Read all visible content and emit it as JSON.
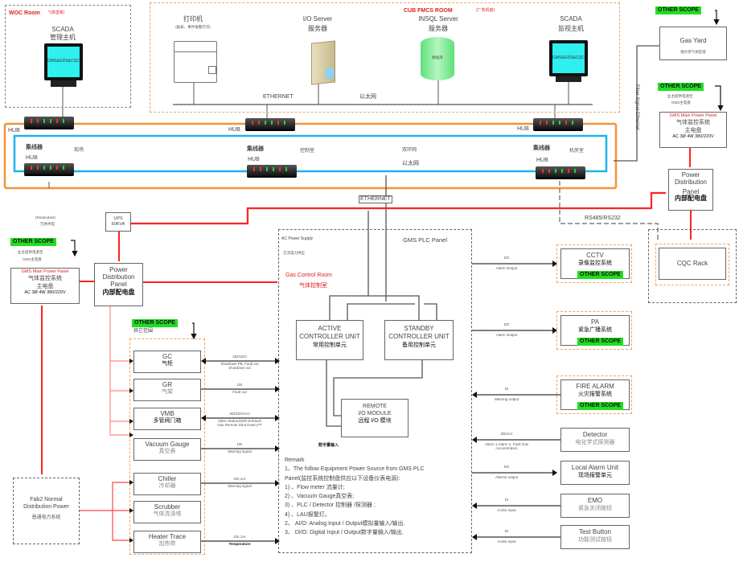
{
  "rooms": {
    "woc": {
      "title": "WOC Room",
      "subtitle": "*(渗透率)"
    },
    "cub": {
      "title": "CUB FMCS ROOM",
      "subtitle": "(厂务机房)"
    }
  },
  "devices": {
    "scada_left": {
      "name": "SCADA",
      "sub": "管理主机",
      "screen": "GMS&GDS&CQC"
    },
    "printer": {
      "name": "打印机",
      "sub": "(报表、事件报警打印)"
    },
    "io_server": {
      "name": "I/O Server",
      "sub": "服务器"
    },
    "insql_server": {
      "name": "INSQL Server",
      "sub": "服务器",
      "db_label": "数据库"
    },
    "scada_right": {
      "name": "SCADA",
      "sub": "监视主机",
      "screen": "GMS&GDS&CQC"
    }
  },
  "network": {
    "ethernet_top": "ETHERNET",
    "ethernet_cn_top": "以太网",
    "ethernet_mid": "ETHERNET",
    "ring_label": "双环网",
    "ring_cn": "以太网",
    "fiber_label": "Fiber Signal-Ethernet",
    "rs485": "RS485/RS232",
    "hubs": [
      {
        "label": "HUB"
      },
      {
        "label": "HUB"
      },
      {
        "label": "HUB"
      },
      {
        "label": "HUB",
        "cn": "集线器",
        "area": "现场"
      },
      {
        "label": "HUB",
        "cn": "集线器",
        "area": "控制室"
      },
      {
        "label": "HUB",
        "cn": "集线器",
        "area": "机房室"
      }
    ]
  },
  "other_scope": "OTHER SCOPE",
  "right_top": {
    "gas_yard": {
      "name": "Gas Yard",
      "sub": "储大宗气体区域"
    },
    "gms_panel_note": [
      "业主提供电源至",
      "GMS主电盘"
    ],
    "gms_panel": {
      "title": "GMS Main Power Panel",
      "line1": "气体监控系统",
      "line2": "主电盘",
      "spec": "AC 3Ø 4W 380/220V"
    },
    "pdp": {
      "line1": "Power",
      "line2": "Distribution",
      "line3": "Panel",
      "cn": "内部配电盘"
    },
    "cqc_rack": "CQC Rack"
  },
  "left": {
    "redundant": {
      "en": "(Redundant)",
      "cn": "冗余供电"
    },
    "ups": {
      "name": "UPS",
      "rating": "60KVA"
    },
    "gms_panel_note": [
      "业主提供电源至",
      "GMS主电盘"
    ],
    "gms_panel": {
      "title": "GMS Main Power Panel",
      "line1": "气体监控系统",
      "line2": "主电盘",
      "spec": "AC 3Ø 4W 380/220V"
    },
    "pdp": {
      "line1": "Power",
      "line2": "Distribution",
      "line3": "Panel",
      "cn": "内部配电盘"
    },
    "fab2": {
      "line1": "Fab2 Normal",
      "line2": "Distribution Power",
      "cn": "普通电力系统"
    }
  },
  "equipment_scope_cn": "其它范围",
  "equipment": [
    {
      "name": "GC",
      "cn": "气柜",
      "sig": "2DI/1DO",
      "desc": [
        "Shutdown PB, Fault out",
        "Shutdown out"
      ],
      "dir": "both"
    },
    {
      "name": "GR",
      "cn": "气架",
      "sig": "1DI",
      "desc": [
        "Fault out"
      ],
      "dir": "right"
    },
    {
      "name": "VMB",
      "cn": "多管阀门箱",
      "sig": "3DI/1DO/1AI",
      "desc": [
        "Valve Status,EMO Exhaust",
        "Gas Remote Shut Down,PT"
      ],
      "dir": "both"
    },
    {
      "name": "Vacuum Gauge",
      "cn": "真空表",
      "sig": "1DI",
      "desc": [
        "Warning signal"
      ],
      "dir": "right"
    },
    {
      "name": "Chiller",
      "cn": "冷却器",
      "sig": "1DI,1AI",
      "desc": [
        "Warning signal"
      ],
      "dir": "right"
    },
    {
      "name": "Scrubber",
      "cn": "气体洗涤塔",
      "sig": "",
      "desc": [],
      "dir": "none"
    },
    {
      "name": "Heater Trace",
      "cn": "加热带",
      "sig": "1DI,1AI",
      "desc": [
        "Temperature"
      ],
      "dir": "right"
    }
  ],
  "plc": {
    "title": "GMS PLC Panel",
    "ac_supply": "AC Power Supply",
    "ac_supply_cn": "交流电力供应",
    "gas_room": "Gas Control Room",
    "gas_room_cn": "气体控制室",
    "active": {
      "l1": "ACTIVE",
      "l2": "CONTROLLER UNIT",
      "cn": "常用控制单元"
    },
    "standby": {
      "l1": "STANDBY",
      "l2": "CONTROLLER UNIT",
      "cn": "备用控制单元"
    },
    "remote": {
      "l1": "REMOTE",
      "l2": "I/O MODULE",
      "cn": "远程 I/O 模块"
    },
    "digital_in": "数字量输入",
    "remark_title": "Remark",
    "remarks": [
      "1、The follow Equipment Power Source from GMS PLC",
      "Panel(监控系统控制盘供应以下设备仪表电源):",
      "1) 、Flow meter 流量计;",
      "2) 、Vacuum Gauge真空表;",
      "3) 、PLC / Detector 控制器 /探测器 ;",
      "4) 、LAU报警灯。",
      "2、 AI/O:  Analog Input / Output模拟量输入/输出.",
      "3、 DI/O:  Digital Input / Output数字量输入/输出."
    ]
  },
  "outputs": [
    {
      "name": "CCTV",
      "cn": "录像监控系统",
      "sig": "DO",
      "desc": "Alarm Output",
      "dir": "out",
      "scope": true
    },
    {
      "name": "PA",
      "cn": "紧急广播系统",
      "sig": "DO",
      "desc": "Alarm Output",
      "dir": "out",
      "scope": true
    },
    {
      "name": "FIRE ALARM",
      "cn": "火灾报警系统",
      "sig": "DI",
      "desc": "Warning output",
      "dir": "in",
      "scope": true
    },
    {
      "name": "Detector",
      "cn": "电化学式探测器",
      "sig": "3DI/1AI",
      "desc": "Alarm 1,Alarm 2, Fault Gas concentration",
      "dir": "in",
      "scope": false
    },
    {
      "name": "Local Alarm Unit",
      "cn": "现场报警单元",
      "sig": "DO",
      "desc": "Alarm2 output",
      "dir": "out",
      "scope": false
    },
    {
      "name": "EMO",
      "cn": "紧急关闭按钮",
      "sig": "DI",
      "desc": "Active input",
      "dir": "in",
      "scope": false
    },
    {
      "name": "Test Button",
      "cn": "功能测试按钮",
      "sig": "DI",
      "desc": "Active input",
      "dir": "in",
      "scope": false
    }
  ]
}
